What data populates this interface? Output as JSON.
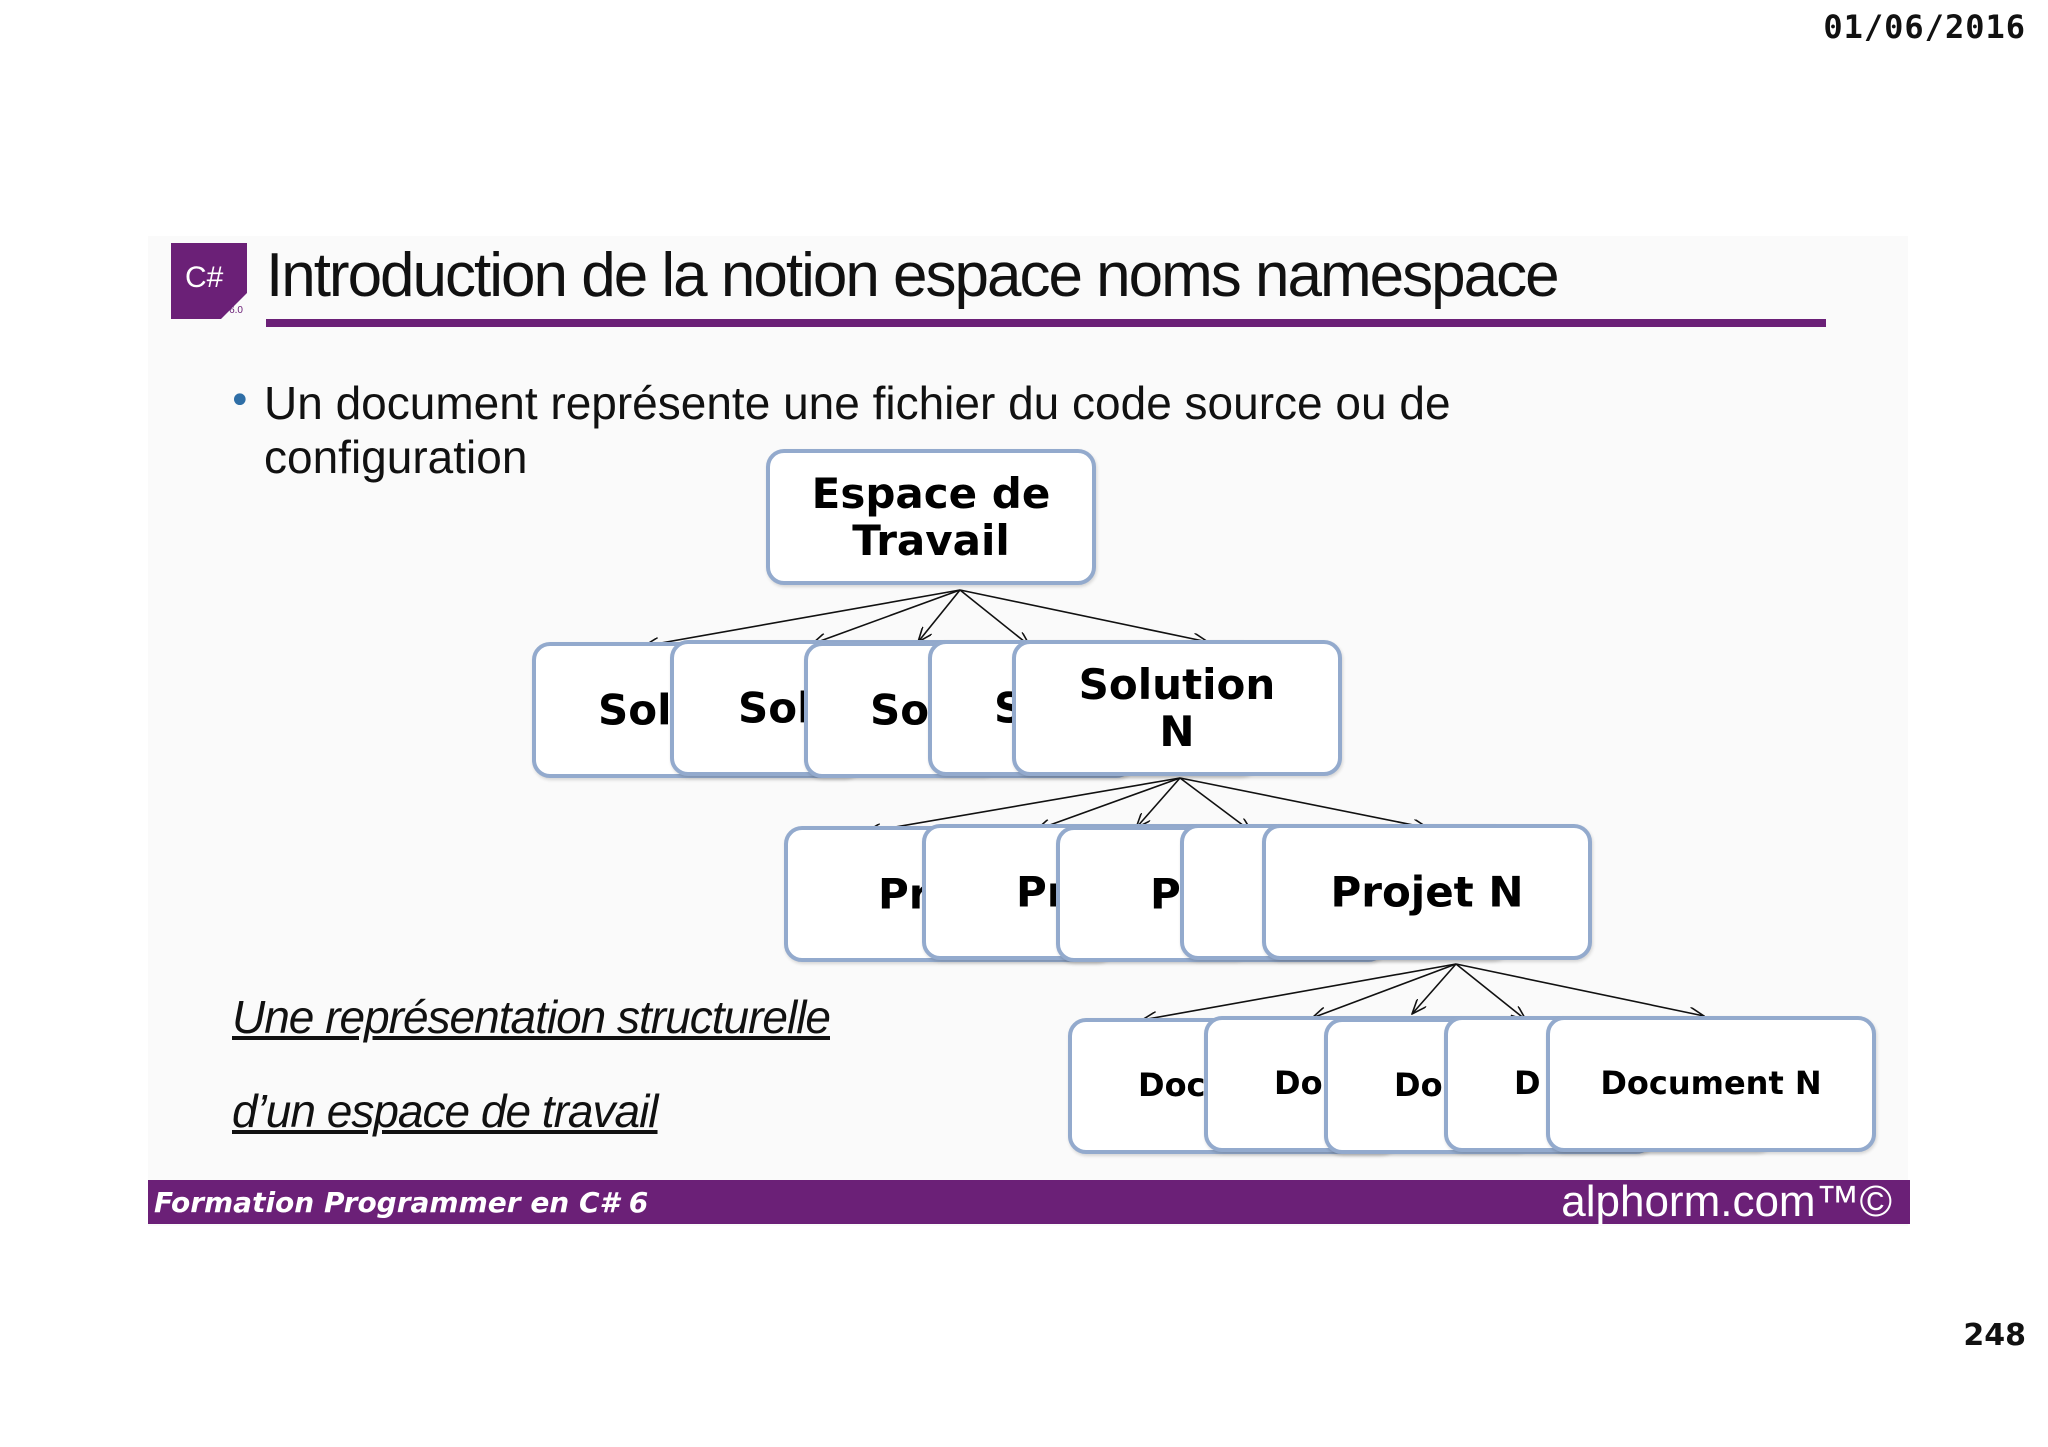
{
  "header": {
    "date": "01/06/2016"
  },
  "logo": {
    "text": "C#",
    "version": "6.0"
  },
  "slide": {
    "title": "Introduction de la notion espace noms namespace",
    "bullet": "Un document représente une fichier du code source ou de configuration",
    "caption_line1": "Une représentation structurelle",
    "caption_line2": "d’un espace de travail"
  },
  "diagram": {
    "root": "Espace de Travail",
    "solutions": {
      "stack": [
        "Sol",
        "Sol",
        "So",
        "S"
      ],
      "front": "Solution N"
    },
    "projects": {
      "stack": [
        "Pr",
        "Pr",
        "P",
        ""
      ],
      "front": "Projet N"
    },
    "documents": {
      "stack": [
        "Doc",
        "Do",
        "Do",
        "D"
      ],
      "front": "Document N"
    }
  },
  "footer": {
    "course": "Formation Programmer en C# 6",
    "brand": "alphorm.com™©"
  },
  "page_number": "248",
  "colors": {
    "purple": "#6b2077",
    "box_border": "#93aacd",
    "bullet": "#2e6ea6"
  }
}
